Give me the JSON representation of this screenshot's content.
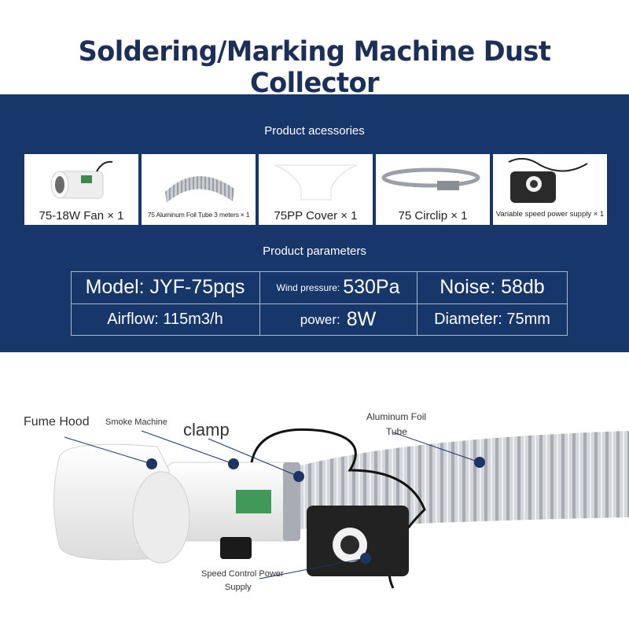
{
  "title": "Soldering/Marking Machine Dust Collector",
  "accessories": {
    "heading": "Product acessories",
    "items": [
      {
        "label": "75-18W Fan × 1"
      },
      {
        "label": "75 Aluminum Foil Tube 3 meters × 1"
      },
      {
        "label": "75PP Cover × 1"
      },
      {
        "label": "75 Circlip × 1"
      },
      {
        "label": "Variable speed power supply × 1"
      }
    ]
  },
  "parameters": {
    "heading": "Product parameters",
    "model": "Model: JYF-75pqs",
    "wind_pressure_label": "Wind pressure:",
    "wind_pressure_value": "530Pa",
    "noise": "Noise: 58db",
    "airflow": "Airflow: 115m3/h",
    "power_label": "power:",
    "power_value": "8W",
    "diameter": "Diameter: 75mm"
  },
  "callouts": {
    "fume_hood": "Fume Hood",
    "smoke_machine": "Smoke Machine",
    "clamp": "clamp",
    "aluminum_foil_tube_line1": "Aluminum Foil",
    "aluminum_foil_tube_line2": "Tube",
    "speed_control_line1": "Speed Control Power",
    "speed_control_line2": "Supply"
  },
  "colors": {
    "navy": "#173669",
    "title": "#1c2f59",
    "callout_dot": "#1d3466"
  }
}
